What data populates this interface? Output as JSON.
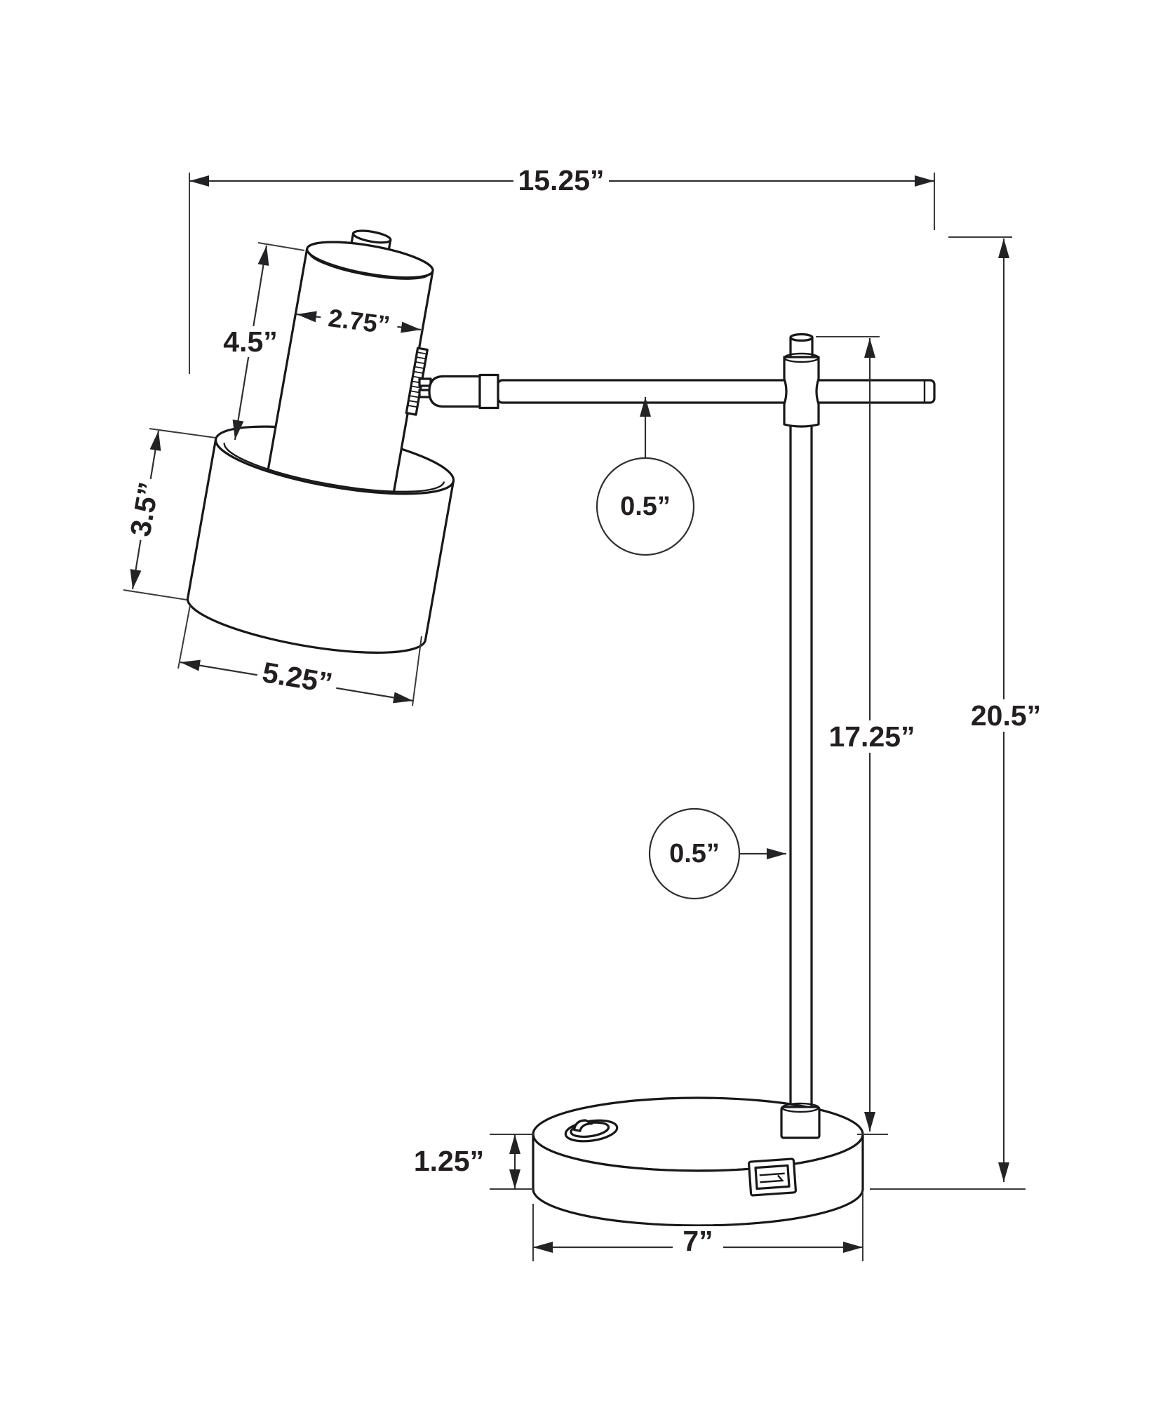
{
  "diagram": {
    "type": "product-dimension-diagram",
    "subject": "adjustable desk task lamp with round base, rocker switch and USB port",
    "unit": "inches",
    "background_color": "#ffffff",
    "line_color": "#231f20",
    "labels": {
      "overall_width": "15.25”",
      "overall_height": "20.5”",
      "shaft_height": "17.25”",
      "head_height": "4.5”",
      "head_diameter": "2.75”",
      "shade_height": "3.5”",
      "shade_diameter": "5.25”",
      "arm_thickness": "0.5”",
      "pole_thickness": "0.5”",
      "base_height": "1.25”",
      "base_diameter": "7”"
    }
  }
}
